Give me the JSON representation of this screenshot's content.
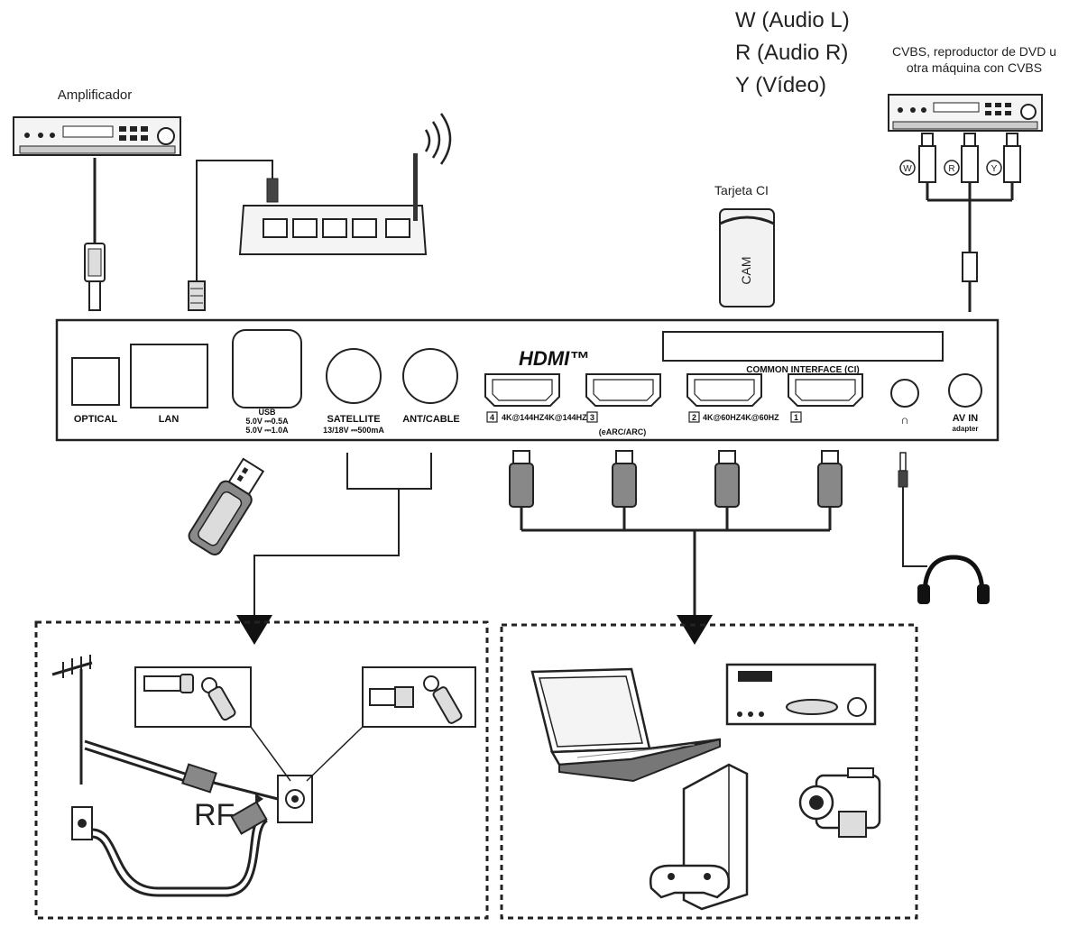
{
  "legend": {
    "white": "W (Audio L)",
    "red": "R (Audio R)",
    "yellow": "Y (Vídeo)"
  },
  "labels": {
    "amplifier": "Amplificador",
    "cvbs_line1": "CVBS, reproductor de DVD u",
    "cvbs_line2": "otra máquina con CVBS",
    "ci_card": "Tarjeta CI",
    "cam": "CAM",
    "rf": "RF"
  },
  "rca_tags": {
    "w": "W",
    "r": "R",
    "y": "Y"
  },
  "panel": {
    "optical": "OPTICAL",
    "lan": "LAN",
    "usb": "USB",
    "usb_spec1": "5.0V ⎓0.5A",
    "usb_spec2": "5.0V ⎓1.0A",
    "satellite": "SATELLITE",
    "satellite_spec": "13/18V ⎓500mA",
    "ant_cable": "ANT/CABLE",
    "hdmi_logo": "HDMI™",
    "common_interface": "COMMON INTERFACE (CI)",
    "hdmi4_num": "4",
    "hdmi4_text": "4K@144HZ4K@144HZ",
    "hdmi3_num": "3",
    "hdmi3_sub": "(eARC/ARC)",
    "hdmi2_num": "2",
    "hdmi2_text": "4K@60HZ4K@60HZ",
    "hdmi1_num": "1",
    "headphone_symbol": "∩",
    "av_in": "AV IN",
    "av_in_sub": "adapter"
  }
}
